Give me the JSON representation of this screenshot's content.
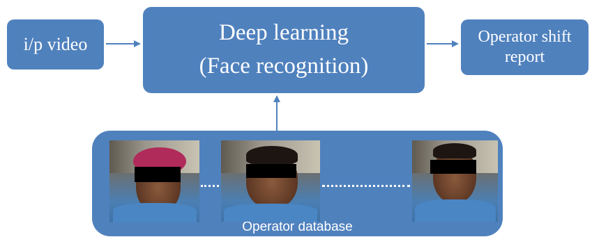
{
  "diagram": {
    "input": {
      "label": "i/p video"
    },
    "process": {
      "line1": "Deep learning",
      "line2": "(Face recognition)"
    },
    "output": {
      "line1": "Operator shift",
      "line2": "report"
    },
    "database": {
      "label": "Operator database",
      "photo_count_shown": 3
    }
  },
  "colors": {
    "box_fill": "#4f81bd",
    "arrow": "#4f81bd",
    "text": "#ffffff"
  }
}
